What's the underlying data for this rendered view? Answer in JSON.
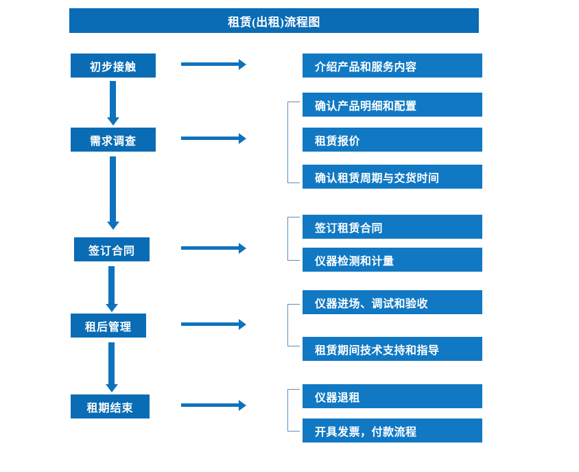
{
  "diagram": {
    "title": "租赁(出租)流程图",
    "colors": {
      "box_blue": "#0a6cb4",
      "detail_blue": "#1179c4",
      "arrow_blue": "#0e72bd",
      "bracket_gray_blue": "#5b8cb8",
      "text_white": "#ffffff",
      "background": "#ffffff"
    },
    "stages": [
      {
        "id": "stage-1",
        "label": "初步接触"
      },
      {
        "id": "stage-2",
        "label": "需求调查"
      },
      {
        "id": "stage-3",
        "label": "签订合同"
      },
      {
        "id": "stage-4",
        "label": "租后管理"
      },
      {
        "id": "stage-5",
        "label": "租期结束"
      }
    ],
    "details": [
      {
        "group": 1,
        "label": "介绍产品和服务内容"
      },
      {
        "group": 2,
        "label": "确认产品明细和配置"
      },
      {
        "group": 2,
        "label": "租赁报价"
      },
      {
        "group": 2,
        "label": "确认租赁周期与交货时间"
      },
      {
        "group": 3,
        "label": "签订租赁合同"
      },
      {
        "group": 3,
        "label": "仪器检测和计量"
      },
      {
        "group": 4,
        "label": "仪器进场、调试和验收"
      },
      {
        "group": 4,
        "label": "租赁期间技术支持和指导"
      },
      {
        "group": 5,
        "label": "仪器退租"
      },
      {
        "group": 5,
        "label": "开具发票，付款流程"
      }
    ],
    "flow_arrows": {
      "vertical_icon": "down-arrow-icon",
      "horizontal_icon": "right-arrow-icon",
      "bracket_icon": "group-bracket-icon"
    }
  }
}
